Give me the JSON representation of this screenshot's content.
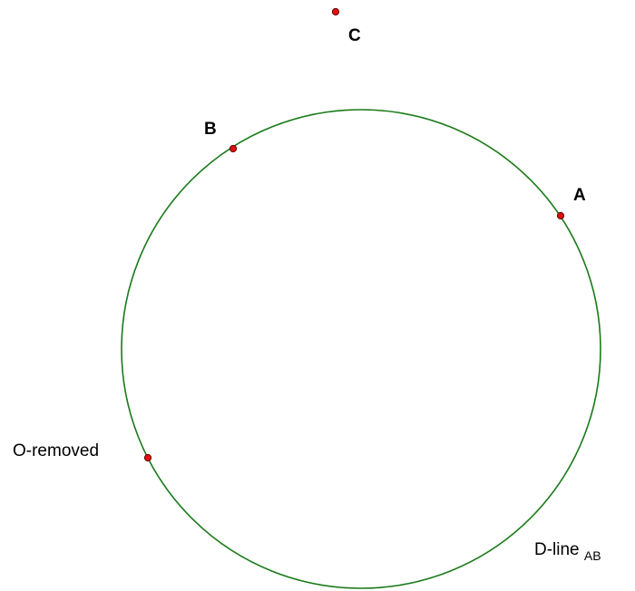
{
  "colors": {
    "circle": "#1a7a1a",
    "point_fill": "#dd1111",
    "point_stroke": "#660000"
  },
  "points": {
    "A": {
      "label": "A"
    },
    "B": {
      "label": "B"
    },
    "C": {
      "label": "C"
    },
    "O": {
      "label": "O-removed"
    }
  },
  "curve_label": {
    "main": "D-line ",
    "sub": "AB"
  }
}
